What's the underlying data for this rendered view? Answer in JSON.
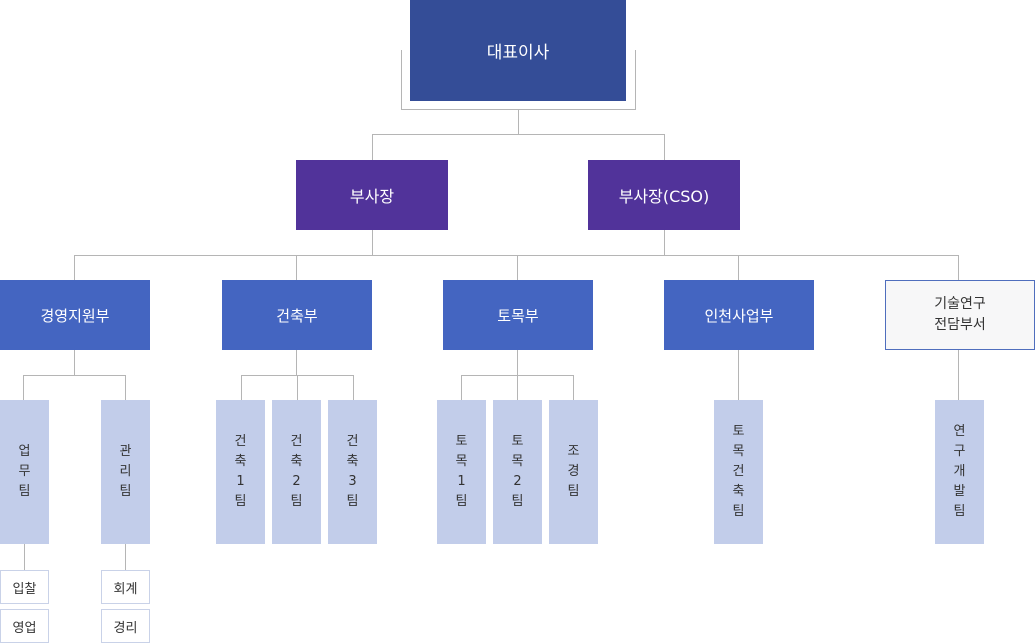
{
  "ceo": "대표이사",
  "vice_presidents": [
    "부사장",
    "부사장(CSO)"
  ],
  "departments": [
    "경영지원부",
    "건축부",
    "토목부",
    "인천사업부",
    "기술연구\n전담부서"
  ],
  "teams": {
    "management": [
      "업\n무\n팀",
      "관\n리\n팀"
    ],
    "architecture": [
      "건\n축\n1\n팀",
      "건\n축\n2\n팀",
      "건\n축\n3\n팀"
    ],
    "civil": [
      "토\n목\n1\n팀",
      "토\n목\n2\n팀",
      "조\n경\n팀"
    ],
    "incheon": [
      "토\n목\n건\n축\n팀"
    ],
    "research": [
      "연\n구\n개\n발\n팀"
    ]
  },
  "sub_units": {
    "business": [
      "입찰",
      "영업"
    ],
    "admin": [
      "회계",
      "경리"
    ]
  },
  "colors": {
    "ceo": "#344d97",
    "vice_president": "#51339a",
    "department": "#4465c1",
    "team": "#c2cdea",
    "connector": "#b5b5b5"
  }
}
